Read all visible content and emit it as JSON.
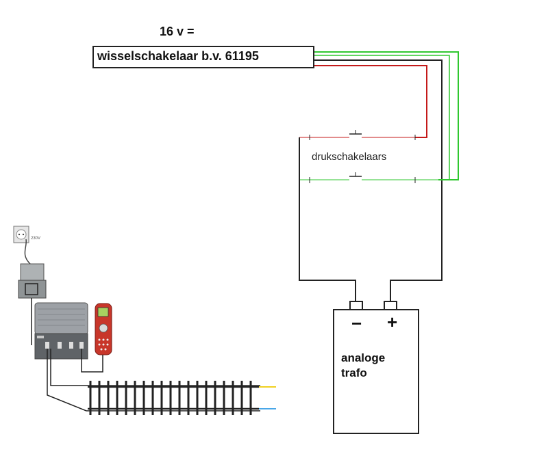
{
  "diagram": {
    "voltage_label": "16 v =",
    "switch_box_label": "wisselschakelaar b.v. 61195",
    "pushbutton_label": "drukschakelaars",
    "trafo": {
      "minus": "−",
      "plus": "+",
      "line1": "analoge",
      "line2": "trafo"
    },
    "mains_label": "230V"
  },
  "colors": {
    "wire_black": "#222222",
    "wire_red": "#c41a1a",
    "wire_green": "#2fc72f",
    "rail": "#222222",
    "track_yellow": "#f0d020",
    "track_blue": "#49a7e8",
    "handset": "#c8362a"
  },
  "icons": [
    "wall-socket-icon",
    "power-adapter-icon",
    "control-unit-icon",
    "handheld-controller-icon",
    "track-icon"
  ]
}
